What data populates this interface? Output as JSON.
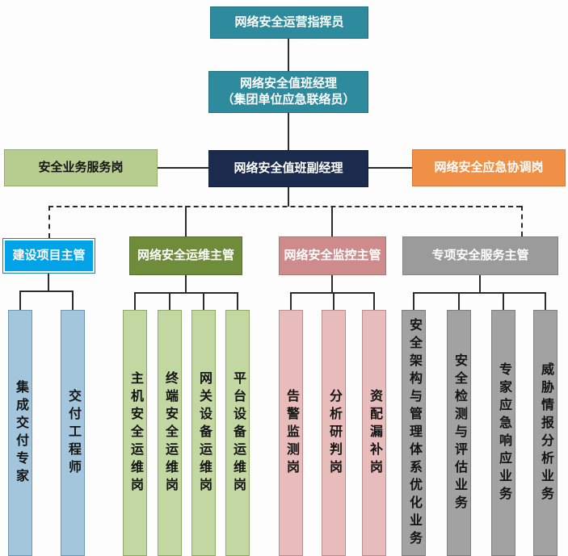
{
  "org": {
    "commander": "网络安全运营指挥员",
    "duty_manager_line1": "网络安全值班经理",
    "duty_manager_line2": "（集团单位应急联络员）",
    "deputy_manager": "网络安全值班副经理",
    "security_service_post": "安全业务服务岗",
    "emergency_coordination_post": "网络安全应急协调岗",
    "groups": [
      {
        "supervisor": "建设项目主管",
        "posts": [
          "集成交付专家",
          "交付工程师"
        ]
      },
      {
        "supervisor": "网络安全运维主管",
        "posts": [
          "主机安全运维岗",
          "终端安全运维岗",
          "网关设备运维岗",
          "平台设备运维岗"
        ]
      },
      {
        "supervisor": "网络安全监控主管",
        "posts": [
          "告警监测岗",
          "分析研判岗",
          "资配漏补岗"
        ]
      },
      {
        "supervisor": "专项安全服务主管",
        "posts": [
          "安全架构与管理体系优化业务",
          "安全检测与评估业务",
          "专家应急响应业务",
          "威胁情报分析业务"
        ]
      }
    ]
  },
  "colors": {
    "teal": "#2e8b9d",
    "navy": "#1b2b4d",
    "light_green": "#b7cc8f",
    "orange": "#ef9046",
    "bright_blue": "#00a2e8",
    "olive": "#6f8c3b",
    "rose": "#ce8b8b",
    "gray": "#9b9b9b",
    "post_light_blue": "#a3c6dd",
    "post_light_green": "#c3d7a2",
    "post_pink": "#e9bcbc",
    "post_gray": "#a2a2a2",
    "line": "#2b2b2b"
  }
}
